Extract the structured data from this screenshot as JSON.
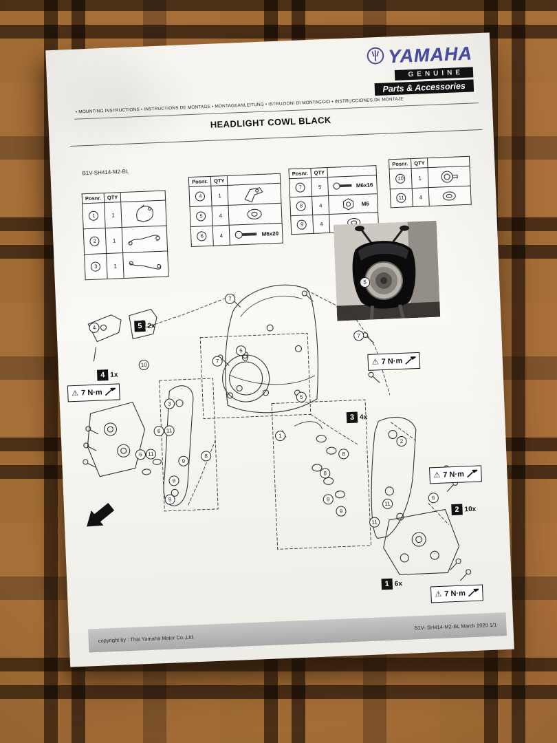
{
  "brand": {
    "name": "YAMAHA",
    "genuine": "GENUINE",
    "parts": "Parts & Accessories"
  },
  "header": {
    "languages": "•  MOUNTING INSTRUCTIONS    •  INSTRUCTIONS DE MONTAGE    •  MONTAGEANLEITUNG    •  ISTRUZIONI DI MONTAGGIO    •  INSTRUCCIONES DE MONTAJE",
    "title": "HEADLIGHT COWL BLACK",
    "part_number": "B1V-SH414-M2-BL"
  },
  "icons": {
    "warning": "⚠"
  },
  "tables": {
    "col_pos": "Posnr.",
    "col_qty": "QTY",
    "t1": {
      "rows": [
        {
          "pos": "1",
          "qty": "1"
        },
        {
          "pos": "2",
          "qty": "1"
        },
        {
          "pos": "3",
          "qty": "1"
        }
      ]
    },
    "t2": {
      "rows": [
        {
          "pos": "4",
          "qty": "1",
          "note": ""
        },
        {
          "pos": "5",
          "qty": "4",
          "note": ""
        },
        {
          "pos": "6",
          "qty": "4",
          "note": "M6x20"
        }
      ]
    },
    "t3": {
      "rows": [
        {
          "pos": "7",
          "qty": "5",
          "note": "M6x16"
        },
        {
          "pos": "8",
          "qty": "4",
          "note": "M6"
        },
        {
          "pos": "9",
          "qty": "4",
          "note": ""
        }
      ]
    },
    "t4": {
      "rows": [
        {
          "pos": "10",
          "qty": "1"
        },
        {
          "pos": "11",
          "qty": "4"
        }
      ]
    }
  },
  "diagram": {
    "torque": "7 N·m",
    "steps": [
      {
        "num": "1",
        "qty": "6x"
      },
      {
        "num": "2",
        "qty": "10x"
      },
      {
        "num": "3",
        "qty": "4x"
      },
      {
        "num": "4",
        "qty": "1x"
      },
      {
        "num": "5",
        "qty": "2x"
      }
    ],
    "callouts": [
      "7",
      "5",
      "7",
      "5",
      "7",
      "1",
      "5",
      "4",
      "10",
      "3",
      "6",
      "11",
      "6",
      "11",
      "8",
      "9",
      "9",
      "9",
      "2",
      "8",
      "8",
      "9",
      "9",
      "11",
      "6",
      "11"
    ]
  },
  "footer": {
    "copyright": "copyright by :  Thai Yamaha Motor Co.,Ltd.",
    "doc_ref": "B1V- SH414-M2-BL  March  2020 1/1"
  }
}
